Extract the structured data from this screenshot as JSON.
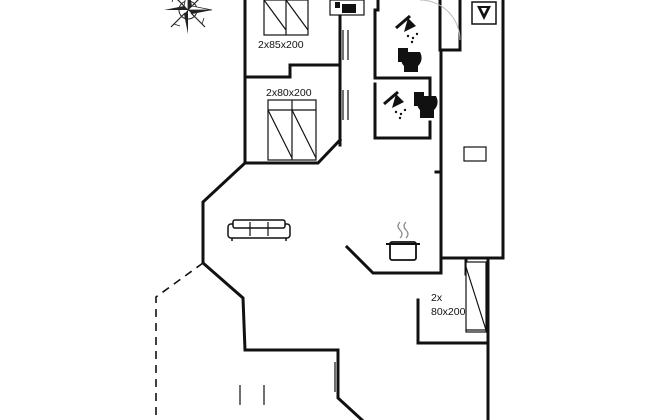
{
  "rooms": {
    "bedroom_1": {
      "bed_label": "2x85x200"
    },
    "bedroom_2": {
      "bed_label": "2x80x200"
    },
    "bedroom_3": {
      "bed_label_line1": "2x",
      "bed_label_line2": "80x200"
    }
  },
  "icons": {
    "compass": "compass-rose-icon",
    "sofa": "sofa-icon",
    "stove": "cooking-pot-icon",
    "toilet": "toilet-icon",
    "shower": "shower-icon",
    "sauna": "sauna-icon"
  }
}
